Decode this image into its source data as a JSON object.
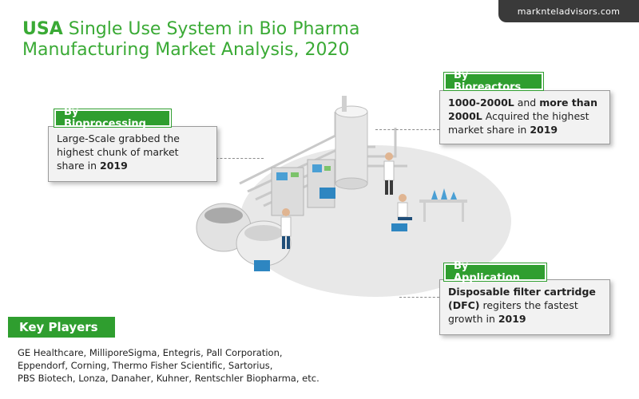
{
  "site": "marknteladvisors.com",
  "title": {
    "strong": "USA",
    "line1_rest": " Single Use System in Bio Pharma",
    "line2": "Manufacturing Market Analysis, 2020"
  },
  "bioprocessing": {
    "label": "By Bioprocessing",
    "text_pre": "Large-Scale grabbed the highest chunk of market share in ",
    "text_bold": "2019"
  },
  "bioreactors": {
    "label": "By Bioreactors",
    "bold1": "1000-2000L",
    "mid": " and ",
    "bold2": "more than 2000L",
    "rest": " Acquired the highest market share in ",
    "year": "2019"
  },
  "application": {
    "label": "By Application",
    "bold1": "Disposable filter cartridge",
    "bold2": "(DFC)",
    "rest": " regiters the fastest growth in ",
    "year": "2019"
  },
  "key_players": {
    "label": "Key Players",
    "lines": [
      "GE Healthcare, MilliporeSigma, Entegris, Pall Corporation,",
      "Eppendorf, Corning, Thermo Fisher Scientific, Sartorius,",
      "PBS Biotech, Lonza, Danaher, Kuhner, Rentschler Biopharma, etc."
    ]
  },
  "colors": {
    "green": "#3aaa35",
    "badge_green": "#2f9e2f",
    "dark": "#3a3a3a",
    "card_bg": "#f2f2f2"
  }
}
